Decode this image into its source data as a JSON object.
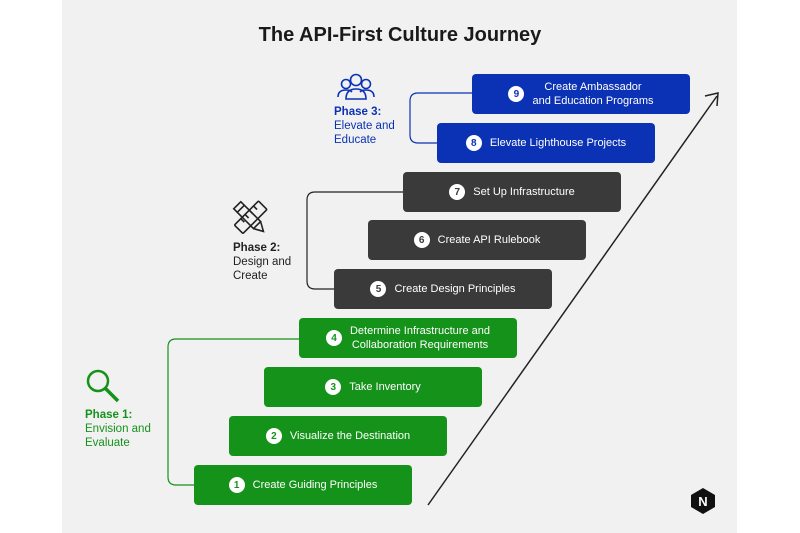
{
  "title": "The API-First Culture Journey",
  "phases": [
    {
      "title": "Phase 1:",
      "line1": "Envision and",
      "line2": "Evaluate",
      "icon": "magnifier-icon",
      "color": "#15921a"
    },
    {
      "title": "Phase 2:",
      "line1": "Design and",
      "line2": "Create",
      "icon": "pencil-ruler-icon",
      "color": "#222222"
    },
    {
      "title": "Phase 3:",
      "line1": "Elevate and",
      "line2": "Educate",
      "icon": "people-group-icon",
      "color": "#0b32b5"
    }
  ],
  "steps": [
    {
      "num": "1",
      "line1": "Create Guiding Principles",
      "line2": ""
    },
    {
      "num": "2",
      "line1": "Visualize the Destination",
      "line2": ""
    },
    {
      "num": "3",
      "line1": "Take Inventory",
      "line2": ""
    },
    {
      "num": "4",
      "line1": "Determine Infrastructure and",
      "line2": "Collaboration Requirements"
    },
    {
      "num": "5",
      "line1": "Create Design Principles",
      "line2": ""
    },
    {
      "num": "6",
      "line1": "Create API Rulebook",
      "line2": ""
    },
    {
      "num": "7",
      "line1": "Set Up Infrastructure",
      "line2": ""
    },
    {
      "num": "8",
      "line1": "Elevate Lighthouse Projects",
      "line2": ""
    },
    {
      "num": "9",
      "line1": "Create Ambassador",
      "line2": "and Education Programs"
    }
  ],
  "logo": {
    "letter": "N",
    "icon": "nginx-hexagon-logo"
  },
  "colors": {
    "green": "#15921a",
    "dark": "#3a3a3a",
    "blue": "#0b32b5"
  }
}
